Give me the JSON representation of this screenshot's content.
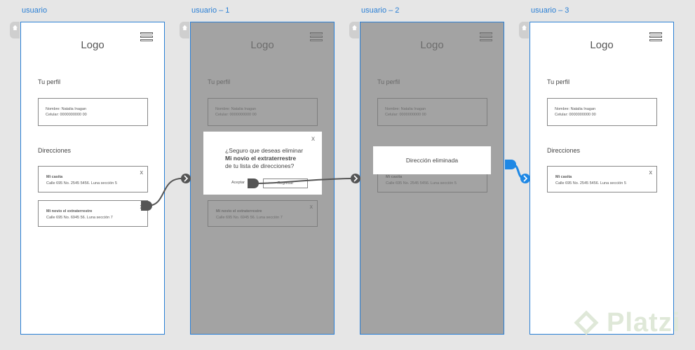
{
  "artboards": [
    {
      "label": "usuario"
    },
    {
      "label": "usuario – 1"
    },
    {
      "label": "usuario – 2"
    },
    {
      "label": "usuario – 3"
    }
  ],
  "screen": {
    "logo": "Logo",
    "profile_title": "Tu perfil",
    "profile_name": "Nombre: Natalia Inagan",
    "profile_phone": "Celular: 0000000000 00",
    "addresses_title": "Direcciones",
    "close_glyph": "x",
    "address_1_name": "Mi casita",
    "address_1_detail": "Calle 695 No. 2545 5456. Luna sección 5",
    "address_2_name": "Mi novio el extraterrestre",
    "address_2_detail": "Calle 695 No. 6945 56. Luna sección 7"
  },
  "modal": {
    "line1": "¿Seguro que deseas eliminar",
    "line2": "Mi novio el extraterrestre",
    "line3": "de tu lista de direcciones?",
    "accept": "Aceptar",
    "back": "Regresar",
    "close": "x"
  },
  "toast": {
    "text": "Dirección eliminada"
  },
  "watermark": {
    "text": "Platzi"
  },
  "colors": {
    "accent": "#2a7fd4",
    "overlay": "#8a8a8a",
    "connector": "#555555",
    "connector_active": "#1e88e5"
  }
}
